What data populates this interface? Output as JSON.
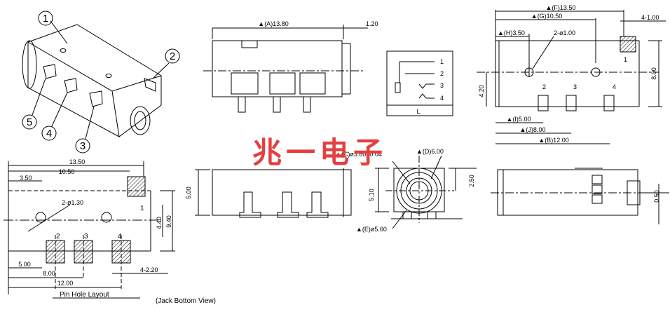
{
  "watermark": "兆一电子",
  "iso_view": {
    "callouts": [
      "1",
      "2",
      "3",
      "4",
      "5"
    ]
  },
  "pin_layout": {
    "caption": "Pin Hole Layout",
    "dims": {
      "overall": "13.50",
      "g": "10.50",
      "h": "3.50",
      "holes": "2-ø1.30",
      "h440": "4.40",
      "h940": "9.40",
      "d500": "5.00",
      "d800": "8.00",
      "d1200": "12.00",
      "d4220": "4-2.20"
    },
    "pins": [
      "1",
      "2",
      "3",
      "4"
    ]
  },
  "front_view": {
    "dims": {
      "a": "▲(A)13.80",
      "t120": "1.20"
    }
  },
  "schematic": {
    "pins": [
      "1",
      "2",
      "3",
      "4"
    ],
    "label": "L"
  },
  "right_top_view": {
    "dims": {
      "f": "▲(F)13.50",
      "g": "▲(G)10.50",
      "h": "▲(H)3.50",
      "holes": "2-ø1.00",
      "four": "4-1.00",
      "h420": "4.20",
      "h800": "8.00",
      "i": "▲(I)5.00",
      "j": "▲(J)8.00",
      "b": "▲(B)12.00"
    },
    "pins": [
      "1",
      "2",
      "3",
      "4"
    ]
  },
  "side_view": {
    "dims": {
      "h500": "5.00"
    }
  },
  "jack_view": {
    "caption": "(Jack  Bottom  View)",
    "dims": {
      "c": "▲(C)ø3.60±0.04",
      "d": "▲(D)6.00",
      "h510": "5.10",
      "h250": "2.50",
      "e": "▲(E)ø5.60"
    }
  },
  "end_view": {
    "dims": {
      "h050": "0.50"
    }
  }
}
